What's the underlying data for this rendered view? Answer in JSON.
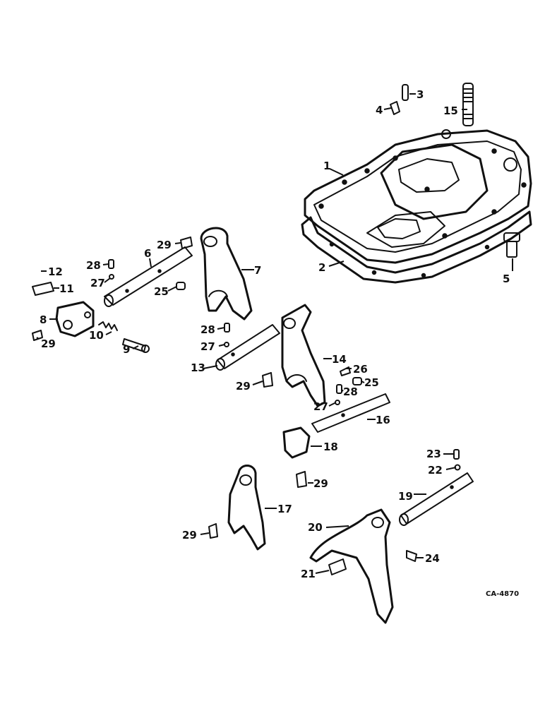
{
  "reference_code": "CA-4870",
  "callouts": {
    "c1": "1",
    "c2": "2",
    "c3": "3",
    "c4": "4",
    "c5": "5",
    "c6": "6",
    "c7": "7",
    "c8": "8",
    "c9": "9",
    "c10": "10",
    "c11": "11",
    "c12": "12",
    "c13": "13",
    "c14": "14",
    "c15": "15",
    "c16": "16",
    "c17": "17",
    "c18": "18",
    "c19": "19",
    "c20": "20",
    "c21": "21",
    "c22": "22",
    "c23": "23",
    "c24": "24",
    "c25a": "25",
    "c25b": "25",
    "c26": "26",
    "c27a": "27",
    "c27b": "27",
    "c27c": "27",
    "c28a": "28",
    "c28b": "28",
    "c28c": "28",
    "c29a": "29",
    "c29b": "29",
    "c29c": "29",
    "c29d": "29",
    "c29e": "29"
  }
}
